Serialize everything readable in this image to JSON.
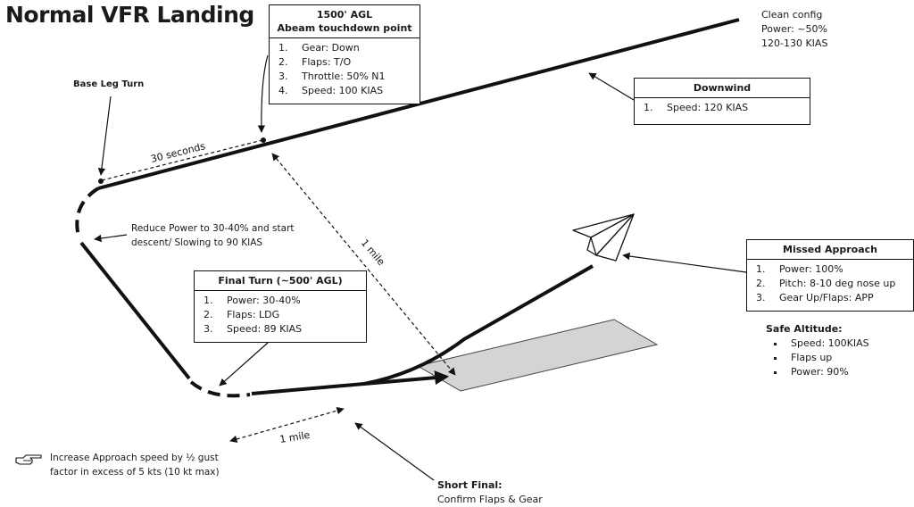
{
  "title": "Normal VFR Landing",
  "abeam_box": {
    "line1": "1500' AGL",
    "line2": "Abeam touchdown point",
    "items": [
      "Gear: Down",
      "Flaps: T/O",
      "Throttle: 50% N1",
      "Speed: 100 KIAS"
    ]
  },
  "clean_config": [
    "Clean config",
    "Power: ~50%",
    "120-130 KIAS"
  ],
  "downwind_box": {
    "title": "Downwind",
    "items": [
      "Speed: 120 KIAS"
    ]
  },
  "base_leg_label": "Base Leg Turn",
  "thirty_seconds_label": "30 seconds",
  "reduce_power_text": [
    "Reduce Power to 30-40% and start",
    "descent/ Slowing to 90 KIAS"
  ],
  "one_mile_diag_label": "1 mile",
  "one_mile_bottom_label": "1 mile",
  "final_turn_box": {
    "title": "Final Turn (~500' AGL)",
    "items": [
      "Power: 30-40%",
      "Flaps: LDG",
      "Speed: 89 KIAS"
    ]
  },
  "missed_box": {
    "title": "Missed Approach",
    "items": [
      "Power: 100%",
      "Pitch: 8-10 deg nose up",
      "Gear Up/Flaps: APP"
    ]
  },
  "safe_altitude": {
    "title": "Safe Altitude:",
    "items": [
      "Speed: 100KIAS",
      "Flaps up",
      "Power: 90%"
    ]
  },
  "gust_note": [
    "Increase Approach speed by ½ gust",
    "factor in excess of 5 kts (10 kt max)"
  ],
  "short_final": {
    "title": "Short Final:",
    "text": "Confirm Flaps & Gear"
  },
  "icons": [
    "paper-plane-icon",
    "pointing-hand-icon"
  ],
  "colors": {
    "runway": "#d4d4d4",
    "line": "#111111"
  }
}
